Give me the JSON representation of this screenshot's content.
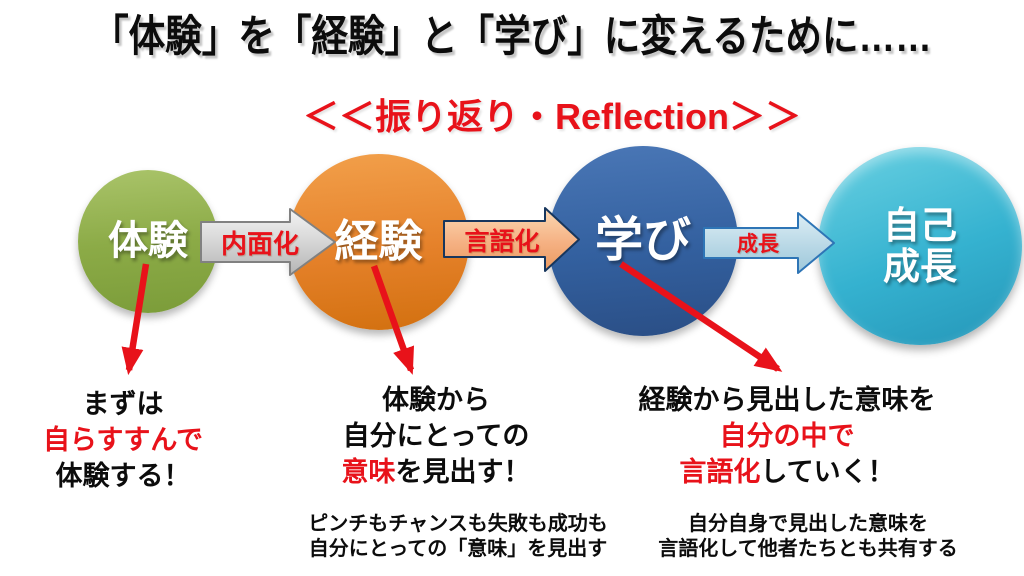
{
  "slide": {
    "title": "「体験」を「経験」と「学び」に変えるために……",
    "subtitle": "＜＜振り返り・Reflection＞＞"
  },
  "colors": {
    "accent-red": "#e8121a",
    "stage-green": "#8cab47",
    "stage-orange": "#e5812a",
    "stage-blue": "#33609f",
    "stage-cyan": "#35b2d0",
    "arrow-gray": "#d6d6d6",
    "arrow-peach": "#f5b183",
    "arrow-lightblue": "#b9d8e6"
  },
  "stages": [
    {
      "label": "体験"
    },
    {
      "label": "経験"
    },
    {
      "label": "学び"
    },
    {
      "label": "自己\n成長"
    }
  ],
  "transitions": [
    {
      "label": "内面化"
    },
    {
      "label": "言語化"
    },
    {
      "label": "成長"
    }
  ],
  "notes": [
    {
      "line1": "まずは",
      "line2": "自らすすんで",
      "line3": "体験する！"
    },
    {
      "line1": "体験から",
      "line2": "自分にとっての",
      "line3_red": "意味",
      "line3_rest": "を見出す！"
    },
    {
      "line1": "経験から見出した意味を",
      "line2": "自分の中で",
      "line3_red": "言語化",
      "line3_rest": "していく！"
    }
  ],
  "footnotes": [
    {
      "line1": "ピンチもチャンスも失敗も成功も",
      "line2": "自分にとっての「意味」を見出す"
    },
    {
      "line1": "自分自身で見出した意味を",
      "line2": "言語化して他者たちとも共有する"
    }
  ]
}
